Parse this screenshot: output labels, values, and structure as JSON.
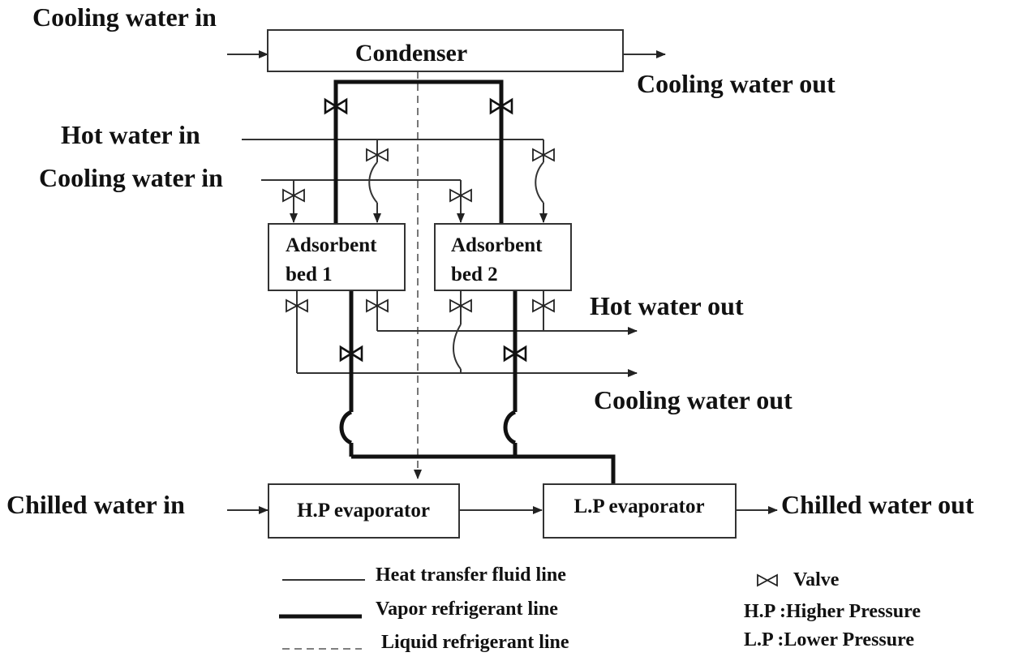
{
  "components": {
    "condenser": "Condenser",
    "bed1_line1": "Adsorbent",
    "bed1_line2": "bed 1",
    "bed2_line1": "Adsorbent",
    "bed2_line2": "bed 2",
    "hp_evaporator": "H.P evaporator",
    "lp_evaporator": "L.P evaporator"
  },
  "flow_labels": {
    "cooling_water_in_top": "Cooling water in",
    "cooling_water_out_top": "Cooling water out",
    "hot_water_in": "Hot water in",
    "cooling_water_in_mid": "Cooling water in",
    "hot_water_out": "Hot water out",
    "cooling_water_out_mid": "Cooling water out",
    "chilled_water_in": "Chilled water in",
    "chilled_water_out": "Chilled water out"
  },
  "legend": {
    "heat_transfer_fluid_line": "Heat transfer fluid line",
    "vapor_refrigerant_line": "Vapor refrigerant line",
    "liquid_refrigerant_line": "Liquid refrigerant line",
    "valve": "Valve",
    "hp_definition": "H.P :Higher Pressure",
    "lp_definition": "L.P :Lower Pressure"
  },
  "colors": {
    "line": "#333333",
    "vapor_line": "#111111",
    "background": "#ffffff"
  }
}
